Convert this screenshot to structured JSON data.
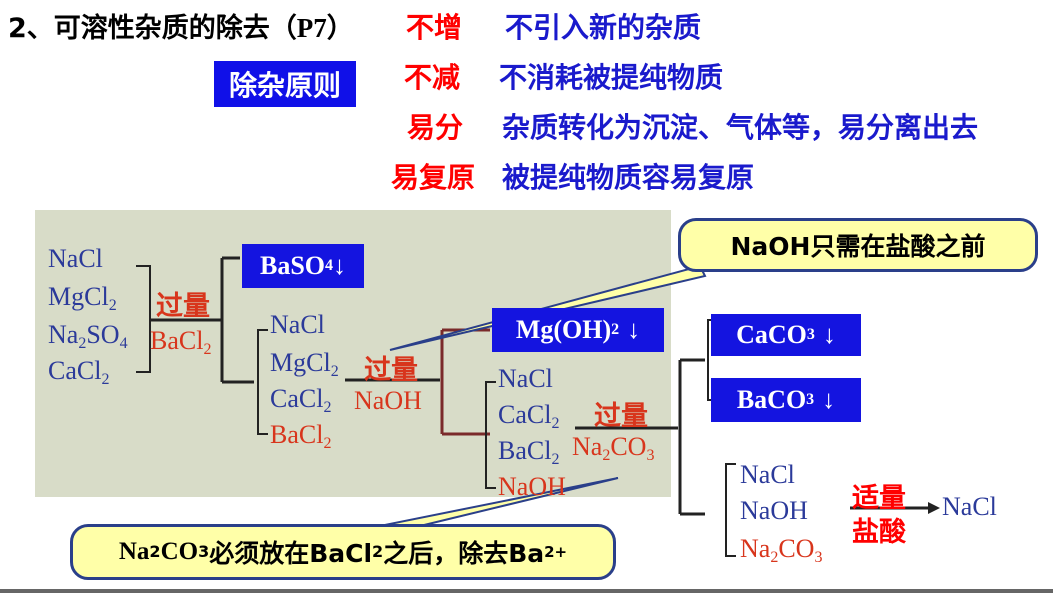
{
  "title": {
    "main": "2、可溶性杂质的除去（",
    "page_ref": "P7",
    "close": "）"
  },
  "principle_label": "除杂原则",
  "principles": [
    {
      "key": "不增",
      "desc": "不引入新的杂质"
    },
    {
      "key": "不减",
      "desc": "不消耗被提纯物质"
    },
    {
      "key": "易分",
      "desc": "杂质转化为沉淀、气体等，易分离出去"
    },
    {
      "key": "易复原",
      "desc": "被提纯物质容易复原"
    }
  ],
  "diagram": {
    "start": [
      "NaCl",
      "MgCl",
      "Na",
      "SO",
      "CaCl"
    ],
    "step1": {
      "amount": "过量",
      "reagent": "BaCl"
    },
    "precip1": "BaSO",
    "mix1": [
      "NaCl",
      "MgCl",
      "CaCl",
      "BaCl"
    ],
    "step2": {
      "amount": "过量",
      "reagent": "NaOH"
    },
    "precip2": "Mg(OH)",
    "mix2": [
      "NaCl",
      "CaCl",
      "BaCl",
      "NaOH"
    ],
    "step3": {
      "amount": "过量",
      "reagent_a": "Na",
      "reagent_b": "CO"
    },
    "precip3a": "CaCO",
    "precip3b": "BaCO",
    "mix3": [
      "NaCl",
      "NaOH",
      "Na",
      "CO"
    ],
    "step4": {
      "amount_a": "适量",
      "amount_b": "盐酸"
    },
    "product": "NaCl",
    "arrow_down": "↓",
    "sub2": "2",
    "sub3": "3",
    "sub4": "4",
    "sup_ba": "2+"
  },
  "callout1": "NaOH只需在盐酸之前",
  "callout2": {
    "a": "Na",
    "b": "CO",
    "c": "必须放在BaCl",
    "d": "之后，除去Ba"
  },
  "colors": {
    "accent_red": "#ff0000",
    "text_blue": "#1a1acc",
    "box_blue": "#1414e0",
    "grey_panel": "#d8dcc8",
    "callout_fill": "#ffffa8"
  }
}
